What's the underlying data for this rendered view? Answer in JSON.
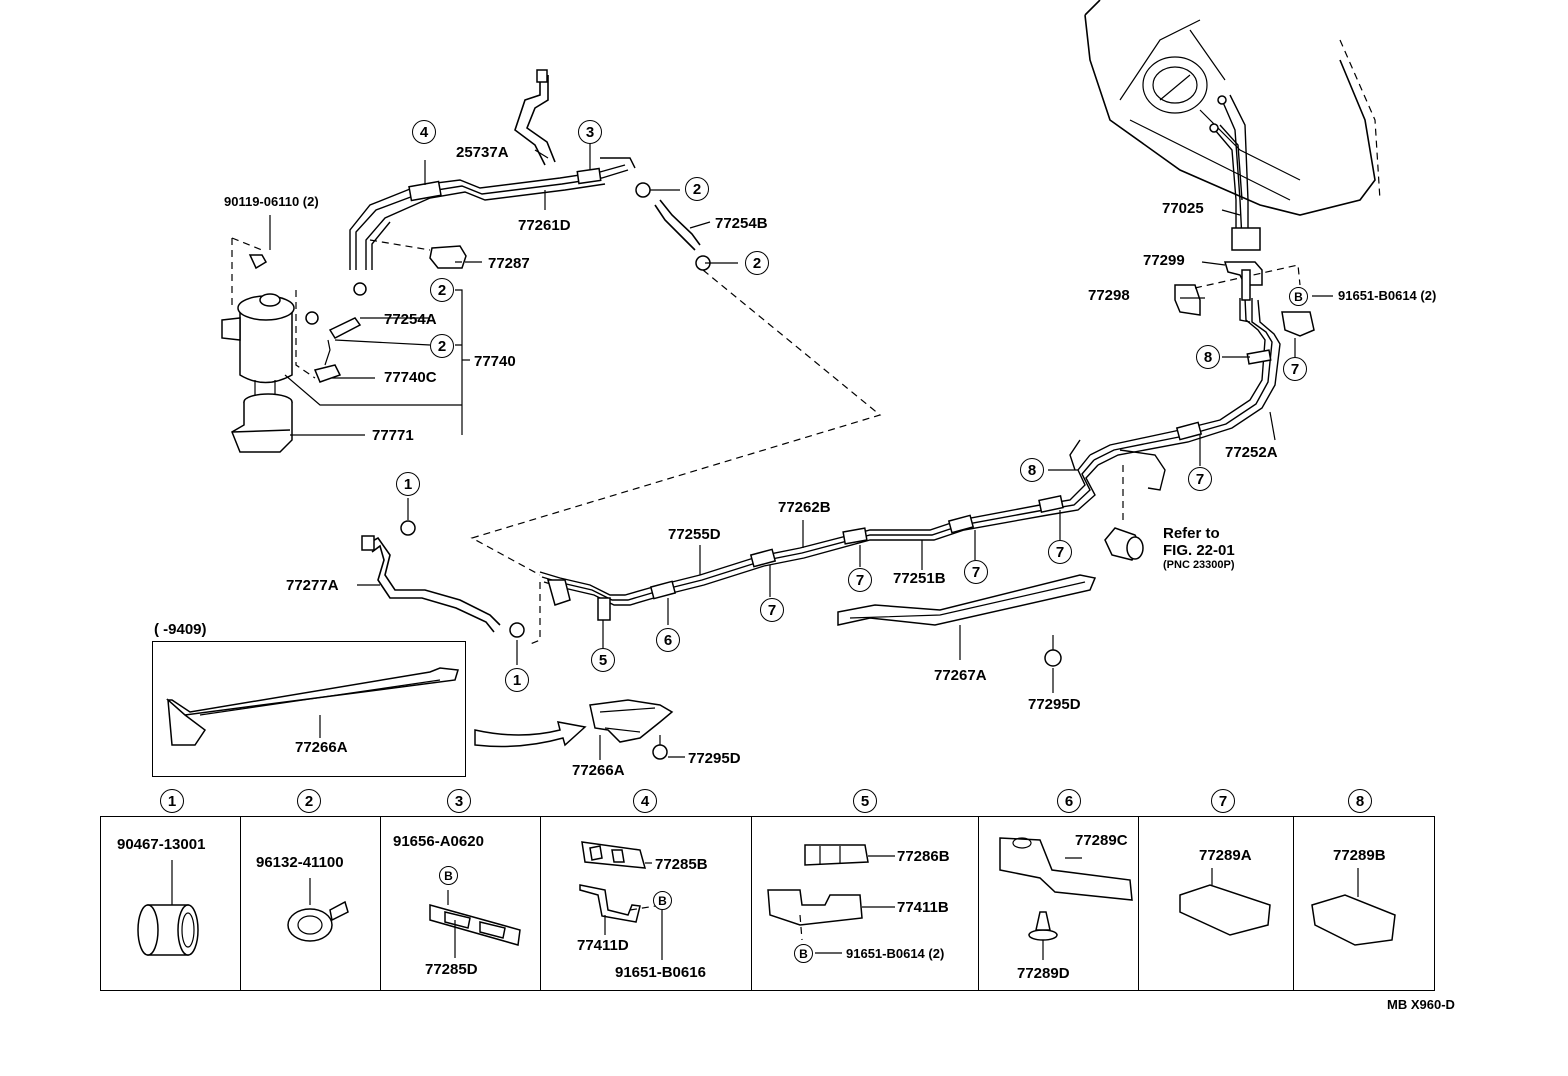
{
  "diagram_id": "MB  X960-D",
  "parts": {
    "p90119": "90119-06110 (2)",
    "p25737A": "25737A",
    "p77261D": "77261D",
    "p77254B": "77254B",
    "p77287": "77287",
    "p77254A": "77254A",
    "p77740": "77740",
    "p77740C": "77740C",
    "p77771": "77771",
    "p77277A": "77277A",
    "p77255D": "77255D",
    "p77262B": "77262B",
    "p77251B": "77251B",
    "p77252A": "77252A",
    "p77025": "77025",
    "p77299": "77299",
    "p77298": "77298",
    "p91651_top": "91651-B0614 (2)",
    "p77267A": "77267A",
    "p77295D_a": "77295D",
    "p77295D_b": "77295D",
    "p77266A_box": "77266A",
    "p77266A": "77266A",
    "date_range": "(        -9409)",
    "refer_line1": "Refer to",
    "refer_line2": "FIG. 22-01",
    "refer_line3": "(PNC 23300P)"
  },
  "callouts": {
    "c1": "1",
    "c2": "2",
    "c3": "3",
    "c4": "4",
    "c5": "5",
    "c6": "6",
    "c7": "7",
    "c8": "8",
    "cB": "B"
  },
  "legend": {
    "n1": "1",
    "n2": "2",
    "n3": "3",
    "n4": "4",
    "n5": "5",
    "n6": "6",
    "n7": "7",
    "n8": "8",
    "cell1_part": "90467-13001",
    "cell2_part": "96132-41100",
    "cell3_top": "91656-A0620",
    "cell3_bottom": "77285D",
    "cell4_a": "77285B",
    "cell4_b": "77411D",
    "cell4_c": "91651-B0616",
    "cell5_a": "77286B",
    "cell5_b": "77411B",
    "cell5_c": "91651-B0614 (2)",
    "cell6_a": "77289C",
    "cell6_b": "77289D",
    "cell7_a": "77289A",
    "cell8_a": "77289B"
  }
}
